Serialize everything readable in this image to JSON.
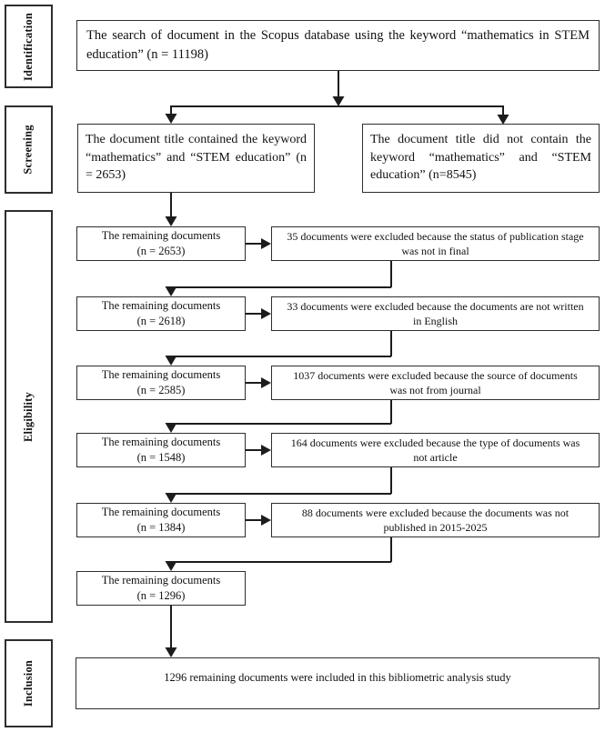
{
  "colors": {
    "line": "#1c1c1c",
    "border": "#2e2e2e",
    "text": "#111111",
    "background": "#ffffff"
  },
  "stages": {
    "identification": "Identification",
    "screening": "Screening",
    "eligibility": "Eligibility",
    "inclusion": "Inclusion"
  },
  "identification": {
    "search_text": "The search of document in the Scopus database using the keyword “mathematics in STEM education” (n = 11198)"
  },
  "screening": {
    "contained_text": "The document title contained the keyword “mathematics” and “STEM education” (n = 2653)",
    "not_contained_text": "The document title did not contain the keyword “mathematics” and “STEM education” (n=8545)"
  },
  "eligibility": {
    "remaining_label": "The remaining documents",
    "rows": [
      {
        "count": "(n = 2653)",
        "excluded": "35 documents were excluded because the status of publication stage was not in final"
      },
      {
        "count": "(n = 2618)",
        "excluded": "33 documents were excluded because the documents are not written in English"
      },
      {
        "count": "(n = 2585)",
        "excluded": "1037 documents were excluded because the source of documents was not from journal"
      },
      {
        "count": "(n = 1548)",
        "excluded": "164 documents were excluded because the type of documents was not article"
      },
      {
        "count": "(n = 1384)",
        "excluded": "88 documents were excluded because the documents was not published in 2015-2025"
      },
      {
        "count": "(n = 1296)"
      }
    ]
  },
  "inclusion": {
    "included_text": "1296 remaining documents were included in this bibliometric analysis study"
  }
}
